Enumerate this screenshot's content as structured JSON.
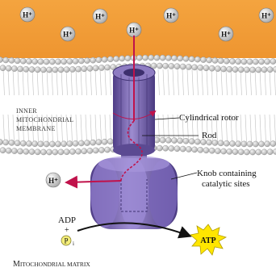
{
  "diagram": {
    "ions": {
      "h_plus_label": "H⁺"
    },
    "labels": {
      "membrane_lines": [
        "INNER",
        "MITOCHONDRIAL",
        "MEMBRANE"
      ],
      "cylindrical_rotor": "Cylindrical rotor",
      "rod": "Rod",
      "knob_lines": [
        "Knob containing",
        "catalytic sites"
      ],
      "adp": "ADP",
      "plus": "+",
      "pi": "P",
      "pi_subscript": "i",
      "atp": "ATP",
      "matrix_cap": "M",
      "matrix_rest": "ITOCHONDRIAL MATRIX"
    },
    "colors": {
      "intermembrane_space": "#F2A23C",
      "membrane_core": "#FFFFFF",
      "lipid_head": "#D7D7D7",
      "protein": "#7E6AAE",
      "proton_arrow": "#C0124B",
      "atp_burst": "#FFE600",
      "pi_circle": "#F4EE7A"
    }
  }
}
